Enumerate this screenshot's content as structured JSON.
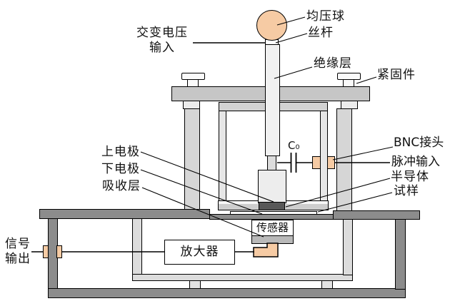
{
  "figure": {
    "type": "apparatus-schematic-diagram",
    "labels": {
      "equalizing_ball": "均压球",
      "screw_rod": "丝杆",
      "ac_voltage_line1": "交变电压",
      "ac_voltage_line2": "输入",
      "insulation_layer": "绝缘层",
      "fastener": "紧固件",
      "capacitor": "C₀",
      "bnc_connector": "BNC接头",
      "pulse_input": "脉冲输入",
      "semiconductor": "半导体",
      "sample": "试样",
      "upper_electrode": "上电极",
      "lower_electrode": "下电极",
      "absorption_layer": "吸收层",
      "sensor": "传感器",
      "amplifier": "放大器",
      "signal_output_line1": "信号",
      "signal_output_line2": "输出"
    },
    "colors": {
      "accent_peach": "#F6CBA4",
      "plate_gray": "#C6C6C6",
      "column_gray": "#D6D6D6",
      "inner_frame_gray": "#E3E3E3",
      "platform_dark_gray": "#8C8C8C",
      "semiconductor_dark": "#585858",
      "absorber_gray": "#B9B9B9",
      "line_black": "#000000",
      "background": "#FFFFFF"
    }
  }
}
